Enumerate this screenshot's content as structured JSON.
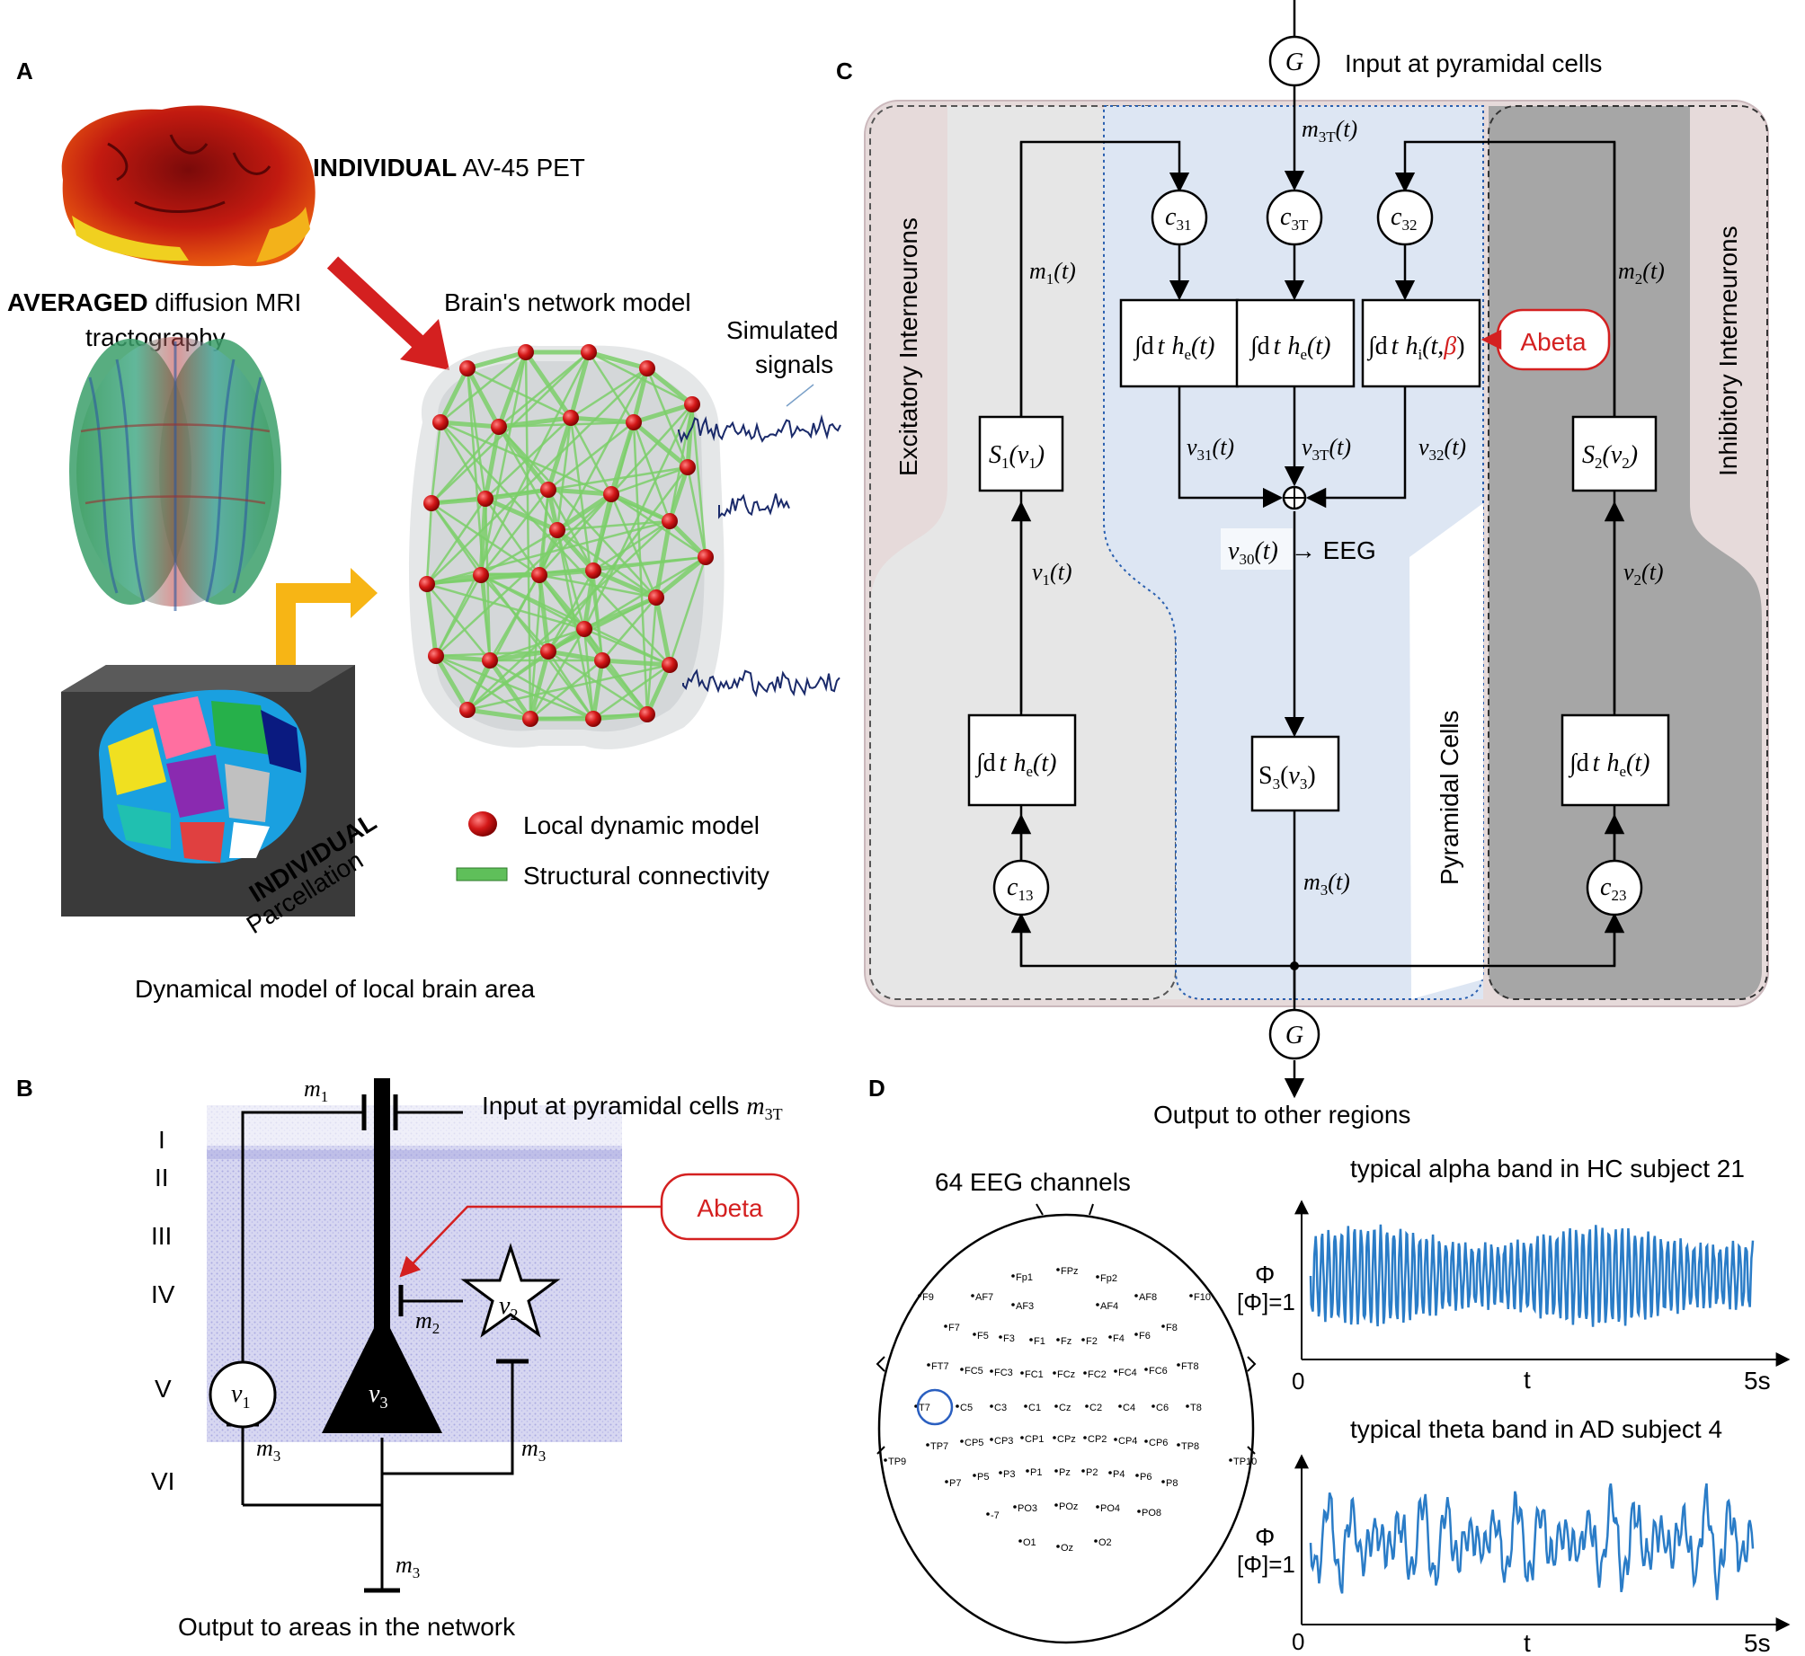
{
  "panels": {
    "a": "A",
    "b": "B",
    "c": "C",
    "d": "D"
  },
  "panel_a": {
    "pet_bold": "INDIVIDUAL",
    "pet_rest": " AV-45 PET",
    "dmri_bold": "AVERAGED",
    "dmri_rest": " diffusion MRI",
    "dmri_line2": "tractography",
    "network_title": "Brain's network model",
    "simulated_line1": "Simulated",
    "simulated_line2": "signals",
    "parcel_bold": "INDIVIDUAL",
    "parcel_rest": "Parcellation",
    "legend_node": "Local dynamic model",
    "legend_edge": "Structural connectivity",
    "caption": "Dynamical model of local brain area"
  },
  "panel_b": {
    "layers": [
      "I",
      "II",
      "III",
      "IV",
      "V",
      "VI"
    ],
    "m1": "m",
    "m1_sub": "1",
    "m2": "m",
    "m2_sub": "2",
    "m3": "m",
    "m3_sub": "3",
    "input_label": "Input at pyramidal cells",
    "input_m": "m",
    "input_sub": "3T",
    "abeta": "Abeta",
    "v1": "v",
    "v1_sub": "1",
    "v2": "v",
    "v2_sub": "2",
    "v3": "v",
    "v3_sub": "3",
    "output_label": "Output to areas in the network"
  },
  "panel_c": {
    "g_top": "G",
    "g_bottom": "G",
    "input_label": "Input at pyramidal cells",
    "output_label": "Output to other regions",
    "excitatory": "Excitatory Interneurons",
    "inhibitory": "Inhibitory Interneurons",
    "pyramidal": "Pyramidal Cells",
    "abeta": "Abeta",
    "eeg_arrow": "→ EEG",
    "c": "c",
    "c31_sub": "31",
    "c3T_sub": "3T",
    "c32_sub": "32",
    "c13_sub": "13",
    "c23_sub": "23",
    "m": "m",
    "m3T_sub": "3T",
    "m1_sub": "1",
    "m2_sub": "2",
    "m3_sub": "3",
    "t_arg": "(t)",
    "v": "v",
    "v31_sub": "31",
    "v3T_sub": "3T",
    "v32_sub": "32",
    "v30_sub": "30",
    "v1_sub": "1",
    "v2_sub": "2",
    "v3_sub": "3",
    "integral": "∫d",
    "t_var": "t",
    "h": "h",
    "he_sub": "e",
    "hi_sub": "i",
    "hi_arg_open": "(t,",
    "beta": "β",
    "hi_arg_close": ")",
    "S": "S",
    "S3": "S",
    "S1_sub": "1",
    "S2_sub": "2",
    "S3_sub": "3"
  },
  "panel_d": {
    "eeg_title": "64 EEG channels",
    "channels": [
      "Fp1",
      "FPz",
      "Fp2",
      "F9",
      "AF7",
      "AF3",
      "AF4",
      "AF8",
      "F10",
      "F7",
      "F5",
      "F3",
      "F1",
      "Fz",
      "F2",
      "F4",
      "F6",
      "F8",
      "FT7",
      "FC5",
      "FC3",
      "FC1",
      "FCz",
      "FC2",
      "FC4",
      "FC6",
      "FT8",
      "T7",
      "C5",
      "C3",
      "C1",
      "Cz",
      "C2",
      "C4",
      "C6",
      "T8",
      "TP7",
      "CP5",
      "CP3",
      "CP1",
      "CPz",
      "CP2",
      "CP4",
      "CP6",
      "TP8",
      "TP9",
      "P7",
      "P5",
      "P3",
      "P1",
      "Pz",
      "P2",
      "P4",
      "P6",
      "P8",
      "TP10",
      "PO3",
      "POz",
      "PO4",
      "PO8",
      "-7",
      "O1",
      "Oz",
      "O2"
    ],
    "highlighted_channel": "T7",
    "alpha_title": "typical alpha band in HC subject 21",
    "theta_title": "typical theta band in AD subject 4",
    "y_symbol": "Φ",
    "y_unit": "[Φ]=1",
    "x_label": "t",
    "x_start": "0",
    "x_end": "5s"
  },
  "colors": {
    "red_accent": "#d42020",
    "signal_blue": "#2a7cc7",
    "network_green": "#7ccf6a",
    "node_red": "#d31818",
    "orange_arrow": "#f7b515"
  }
}
